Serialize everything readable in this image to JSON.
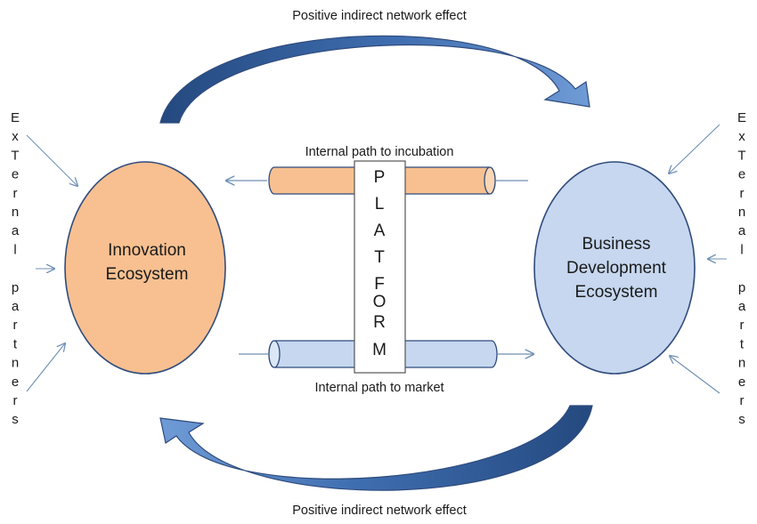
{
  "top_effect": "Positive indirect network effect",
  "bottom_effect": "Positive indirect network effect",
  "innovation": {
    "line1": "Innovation",
    "line2": "Ecosystem"
  },
  "business": {
    "line1": "Business",
    "line2": "Development",
    "line3": "Ecosystem"
  },
  "platform": [
    "P",
    "L",
    "A",
    "T",
    "F",
    "O",
    "R",
    "M"
  ],
  "incubation_path": "Internal path to incubation",
  "market_path": "Internal path to market",
  "external_partners": [
    "E",
    "x",
    "T",
    "e",
    "r",
    "n",
    "a",
    "l",
    "",
    "p",
    "a",
    "r",
    "t",
    "n",
    "e",
    "r",
    "s"
  ],
  "colors": {
    "innovation_fill": "#f8c090",
    "business_fill": "#c6d7ef",
    "outline": "#2f4b7c",
    "arrow_dark": "#2f5a96",
    "arrow_light": "#6f9bd6",
    "thin_arrow": "#6f8fb5"
  }
}
